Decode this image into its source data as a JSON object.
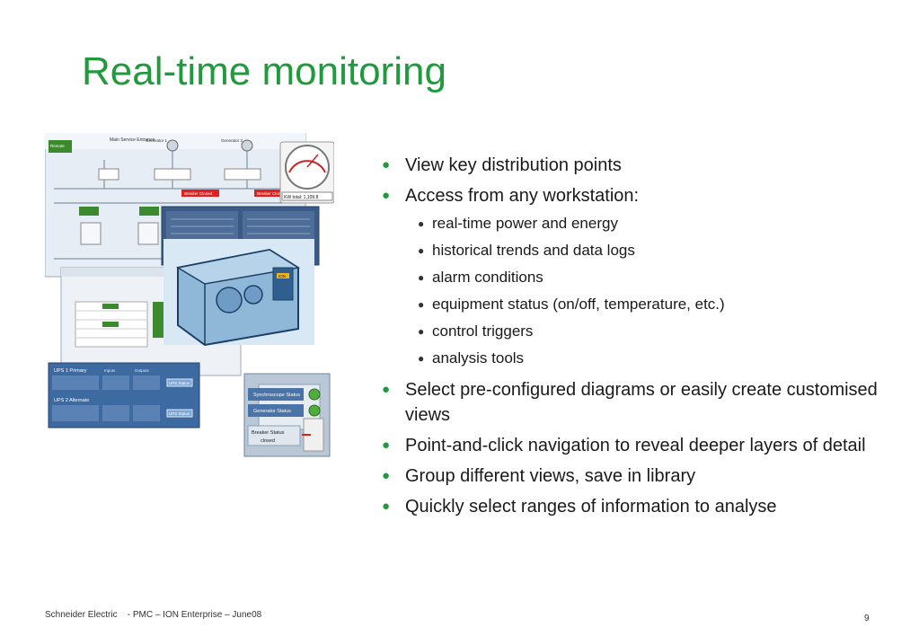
{
  "slide": {
    "title": "Real-time monitoring",
    "bullets": [
      {
        "text": "View key distribution points",
        "sub": []
      },
      {
        "text": "Access from any workstation:",
        "sub": [
          "real-time power and energy",
          "historical trends and data logs",
          "alarm conditions",
          "equipment status (on/off, temperature, etc.)",
          "control triggers",
          "analysis tools"
        ]
      },
      {
        "text": "Select pre-configured diagrams or easily create customised views",
        "sub": []
      },
      {
        "text": "Point-and-click navigation to reveal deeper layers of detail",
        "sub": []
      },
      {
        "text": "Group different views, save in library",
        "sub": []
      },
      {
        "text": "Quickly select ranges of information to analyse",
        "sub": []
      }
    ]
  },
  "screenshot": {
    "panel_top_title": "Main Service Entrance",
    "remote_label": "Remote",
    "generator1_label": "Generator 1",
    "generator2_label": "Generator 2",
    "gauge_total": "KW total: 1,109.8",
    "breaker_closed_1": "Breaker Closed",
    "breaker_closed_2": "Breaker Closed",
    "ups1_label": "UPS 1 Primary",
    "ups2_label": "UPS 2 Alternate",
    "inputs_label": "Inputs",
    "outputs_label": "Outputs",
    "ups_status_btn": "UPS Status",
    "sync_label": "Synchroscope Status",
    "gen_status_label": "Generator Status",
    "breaker_status_label": "Breaker Status",
    "breaker_status_value": "closed",
    "ion_label": "ION",
    "colors": {
      "title": "#1f9a3c",
      "bullet": "#1f9a3c",
      "breaker": "#e02020",
      "status_green": "#3d8a2e",
      "panel_blue": "#4a73a8"
    }
  },
  "footer": {
    "company": "Schneider Electric",
    "separator": "- PMC – ION Enterprise – June08",
    "page_number": "9"
  }
}
